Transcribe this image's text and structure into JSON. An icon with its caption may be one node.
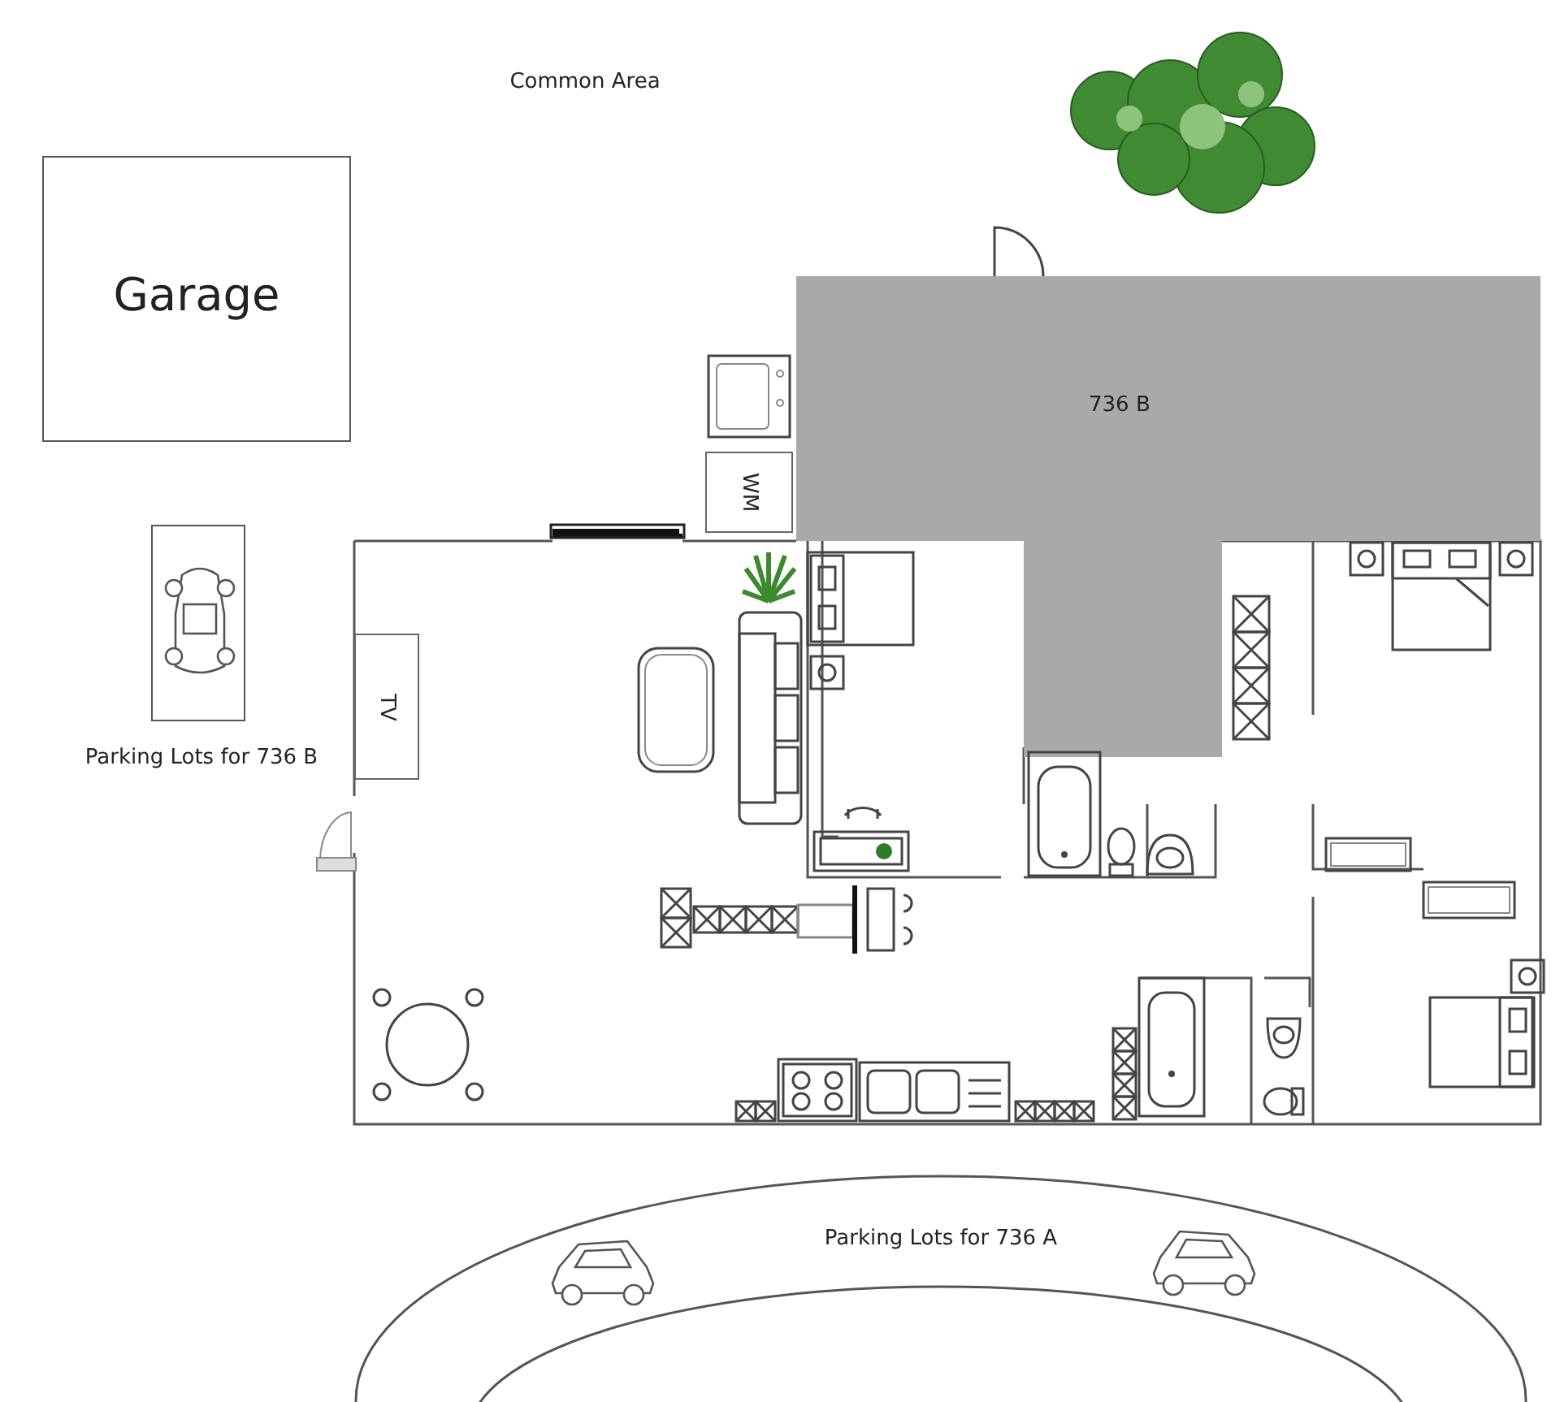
{
  "diagram": {
    "nodes": [
      {
        "text": [
          "Garage"
        ]
      },
      {
        "text": [
          "736 B"
        ]
      },
      {
        "text": [
          "WM"
        ]
      },
      {
        "text": [
          "TV"
        ]
      },
      {
        "text": [],
        "shape": "box",
        "beside": [
          "Parking Lots for 736 B"
        ]
      },
      {
        "text": [
          "Parking Lots for 736 A"
        ]
      }
    ],
    "labels": [
      "Common Area"
    ]
  }
}
